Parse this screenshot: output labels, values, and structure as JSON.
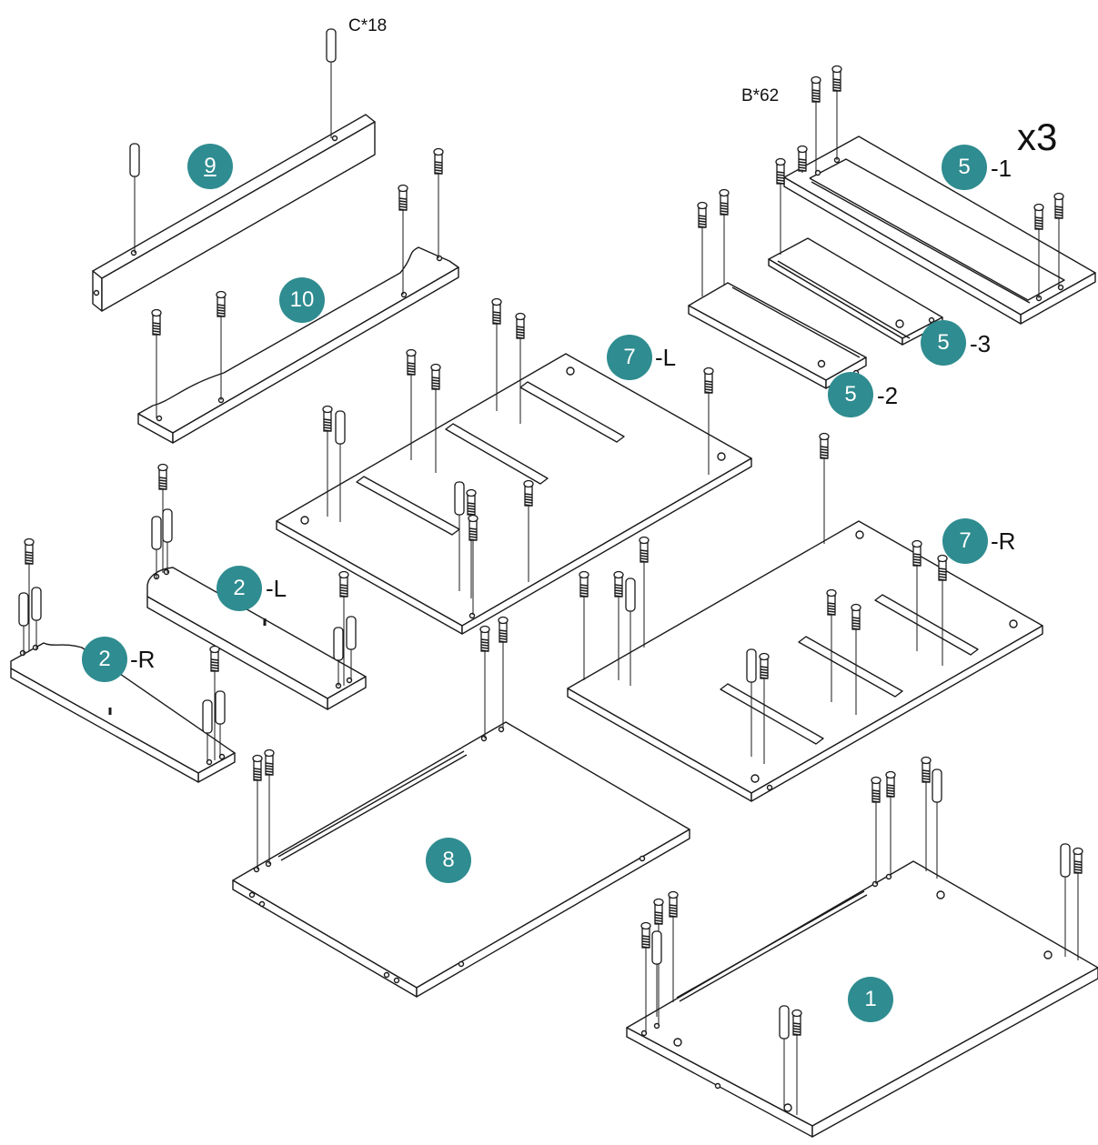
{
  "colors": {
    "accent": "#2f8c90",
    "line": "#1a1a1a",
    "panel": "#ffffff"
  },
  "hardware": {
    "c_count": "C*18",
    "b_count": "B*62"
  },
  "multiplier": "x3",
  "parts": [
    {
      "id": "part-9",
      "number": "9",
      "suffix": "",
      "underline": true
    },
    {
      "id": "part-10",
      "number": "10",
      "suffix": ""
    },
    {
      "id": "part-5-1",
      "number": "5",
      "suffix": "-1"
    },
    {
      "id": "part-5-3",
      "number": "5",
      "suffix": "-3"
    },
    {
      "id": "part-5-2",
      "number": "5",
      "suffix": "-2"
    },
    {
      "id": "part-7-L",
      "number": "7",
      "suffix": "-L"
    },
    {
      "id": "part-7-R",
      "number": "7",
      "suffix": "-R"
    },
    {
      "id": "part-2-L",
      "number": "2",
      "suffix": "-L"
    },
    {
      "id": "part-2-R",
      "number": "2",
      "suffix": "-R"
    },
    {
      "id": "part-8",
      "number": "8",
      "suffix": ""
    },
    {
      "id": "part-1",
      "number": "1",
      "suffix": ""
    }
  ]
}
